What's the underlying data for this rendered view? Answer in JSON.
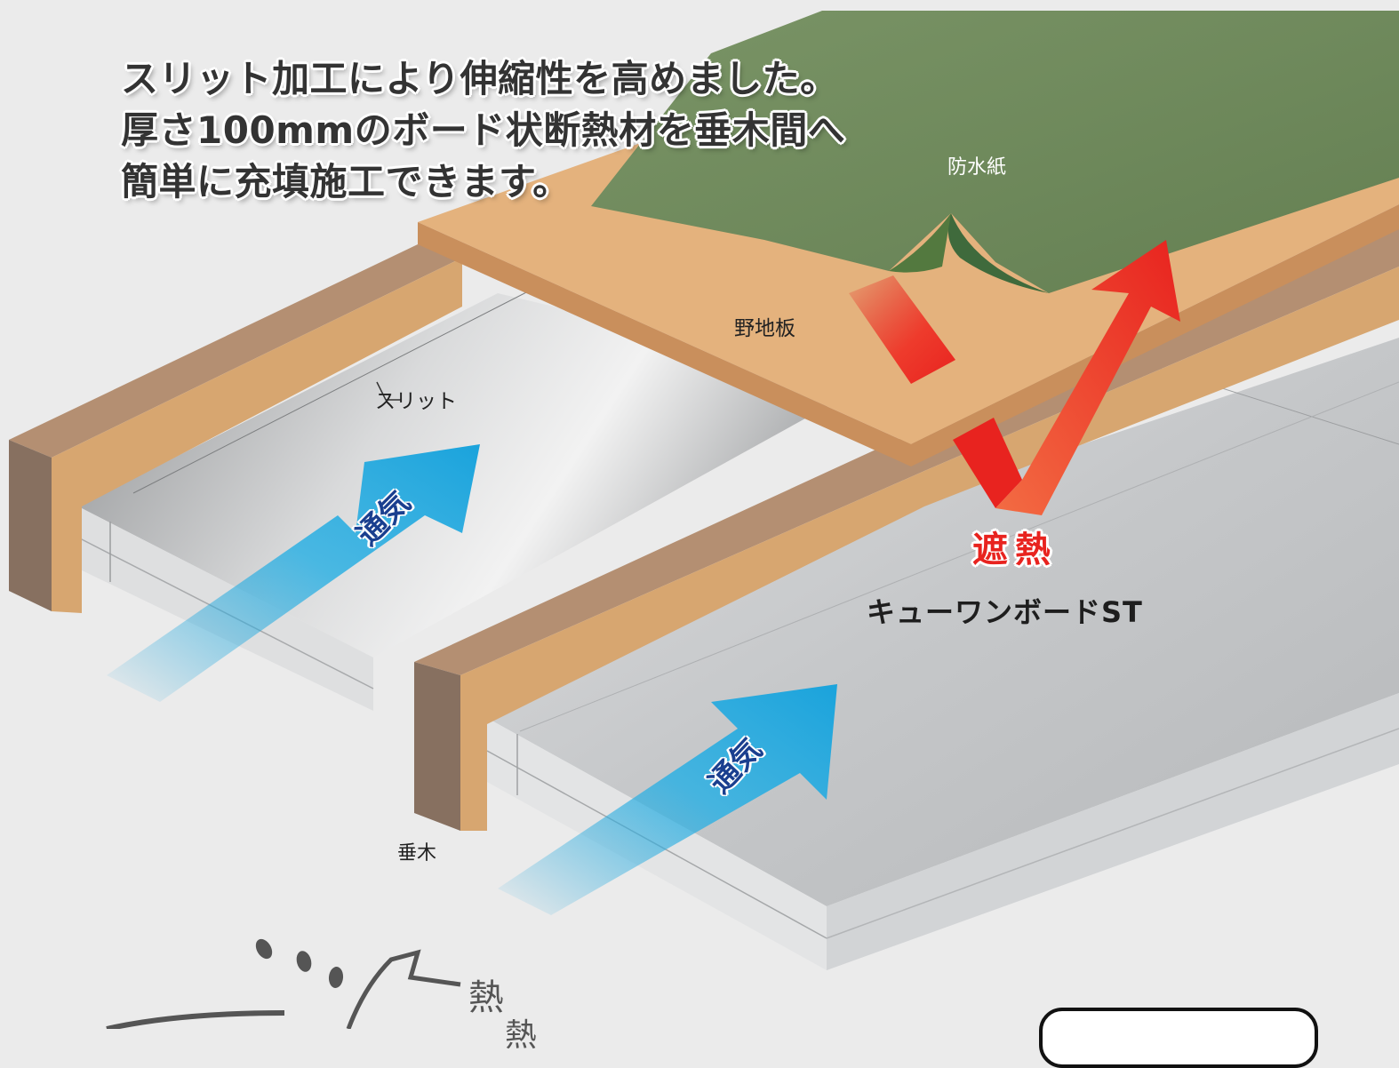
{
  "headline": {
    "line1": "スリット加工により伸縮性を高めました。",
    "line2": "厚さ100mmのボード状断熱材を垂木間へ",
    "line3": "簡単に充填施工できます。"
  },
  "labels": {
    "waterproof_paper": "防水紙",
    "sheathing_board": "野地板",
    "slit": "スリット",
    "rafter": "垂木",
    "heat_shield": "遮熱",
    "product_name": "キューワンボードST",
    "ventilation_1": "通気",
    "ventilation_2": "通気",
    "heat": "熱",
    "heat_partial": "熱"
  },
  "colors": {
    "waterproof_paper": "#6f8a5c",
    "sheathing_board": "#e2b07c",
    "rafter_face": "#d4a26f",
    "rafter_end": "#8b7262",
    "insulation": "#c9cbcc",
    "ventilation_arrow": "#1aa3dc",
    "heat_arrow": "#e8231f",
    "heat_shield_text": "#e8231f",
    "vent_text": "#1a3f8f"
  },
  "icons": [
    "ventilation-arrow-icon",
    "heat-reflect-arrow-icon",
    "heat-arrow-icon"
  ]
}
